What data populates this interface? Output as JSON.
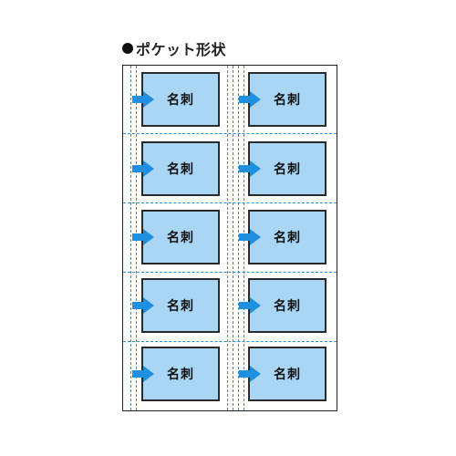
{
  "heading": {
    "bullet_icon": "filled-circle-icon",
    "title": "ポケット形状"
  },
  "colors": {
    "pocket_fill": "#a9d6f5",
    "pocket_border": "#2a2a2a",
    "arrow": "#1f8fe0",
    "guide_line": "#2b8fd6",
    "sheet_border": "#222222"
  },
  "pockets": [
    {
      "label": "名刺"
    },
    {
      "label": "名刺"
    },
    {
      "label": "名刺"
    },
    {
      "label": "名刺"
    },
    {
      "label": "名刺"
    },
    {
      "label": "名刺"
    },
    {
      "label": "名刺"
    },
    {
      "label": "名刺"
    },
    {
      "label": "名刺"
    },
    {
      "label": "名刺"
    }
  ],
  "arrow_icon": "right-arrow-icon"
}
